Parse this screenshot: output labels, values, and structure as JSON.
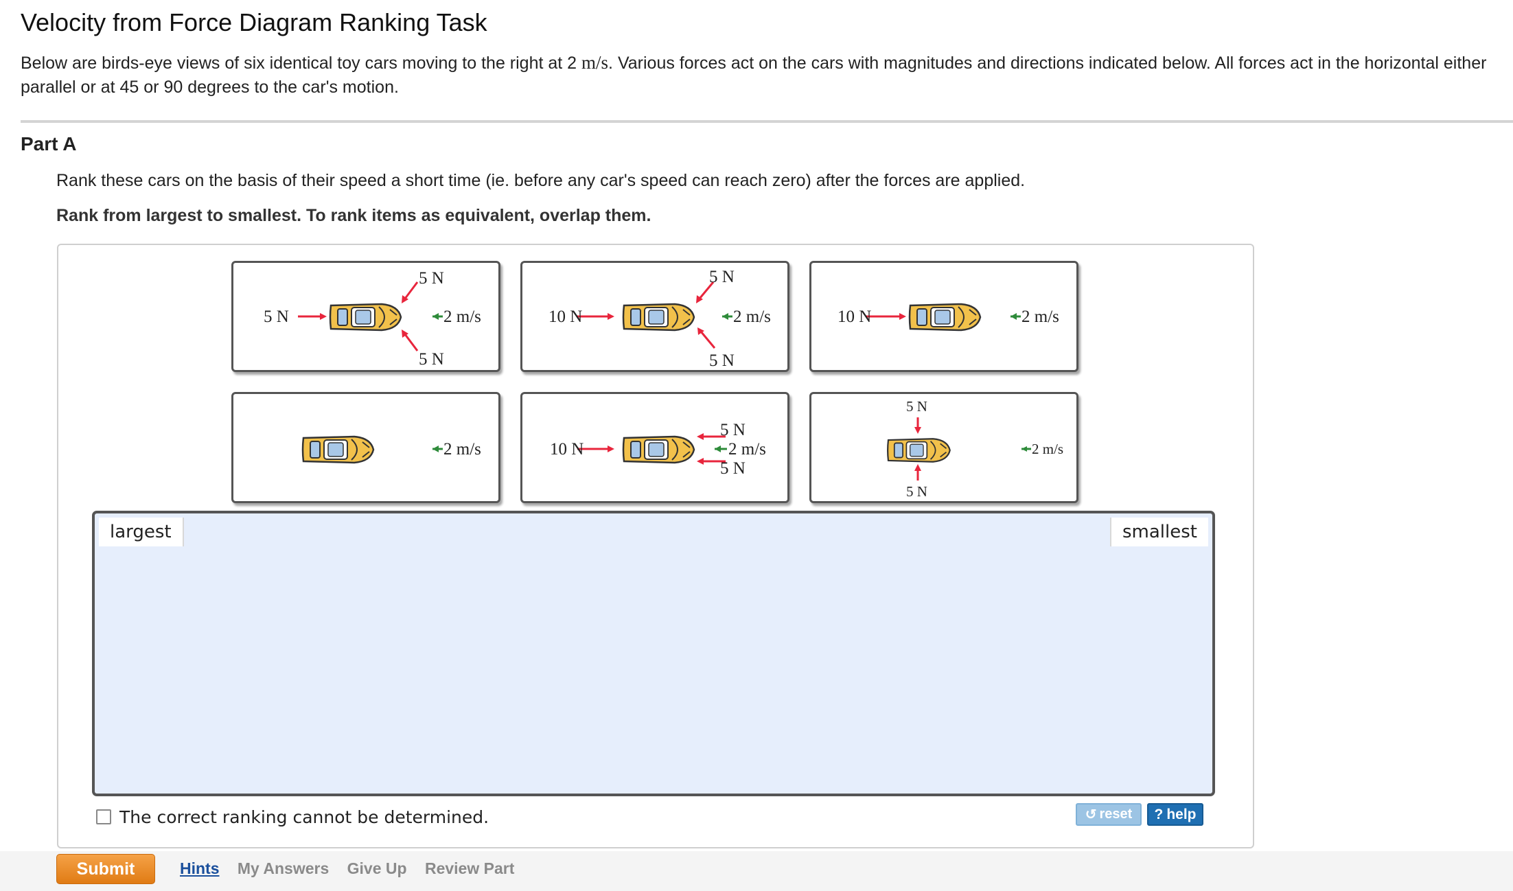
{
  "page": {
    "title": "Velocity from Force Diagram Ranking Task",
    "intro_part1": "Below are birds-eye views of six identical toy cars moving to the right at 2 ",
    "intro_unit": "m/s",
    "intro_part2": ". Various forces act on the cars with magnitudes and directions indicated below. All forces act in the horizontal either parallel or at 45 or 90 degrees to the car's motion."
  },
  "part": {
    "title": "Part A",
    "question": "Rank these cars on the basis of their speed a short time (ie. before any car's speed can reach zero) after the forces are applied.",
    "instruction": "Rank from largest to smallest. To rank items as equivalent, overlap them."
  },
  "cards": [
    {
      "left_force": "5 N",
      "top_force": "5 N",
      "bottom_force": "5 N",
      "velocity": "2 m/s"
    },
    {
      "left_force": "10 N",
      "top_force": "5 N",
      "bottom_force": "5 N",
      "velocity": "2 m/s"
    },
    {
      "left_force": "10 N",
      "velocity": "2 m/s"
    },
    {
      "velocity": "2 m/s"
    },
    {
      "left_force": "10 N",
      "top_force": "5 N",
      "bottom_force": "5 N",
      "velocity": "2 m/s"
    },
    {
      "top_force": "5 N",
      "bottom_force": "5 N",
      "velocity": "2 m/s"
    }
  ],
  "ranking": {
    "largest_label": "largest",
    "smallest_label": "smallest"
  },
  "checkbox_label": "The correct ranking cannot be determined.",
  "buttons": {
    "reset": "reset",
    "help": "help",
    "submit": "Submit"
  },
  "links": {
    "hints": "Hints",
    "my_answers": "My Answers",
    "give_up": "Give Up",
    "review_part": "Review Part"
  },
  "colors": {
    "force_arrow": "#e8253c",
    "velocity_arrow": "#2e8b3a",
    "car_body": "#f2c14b",
    "submit": "#e88a22",
    "help": "#1f6fb2",
    "reset": "#9cc4e4",
    "ranking_bg": "#e6eefc"
  }
}
